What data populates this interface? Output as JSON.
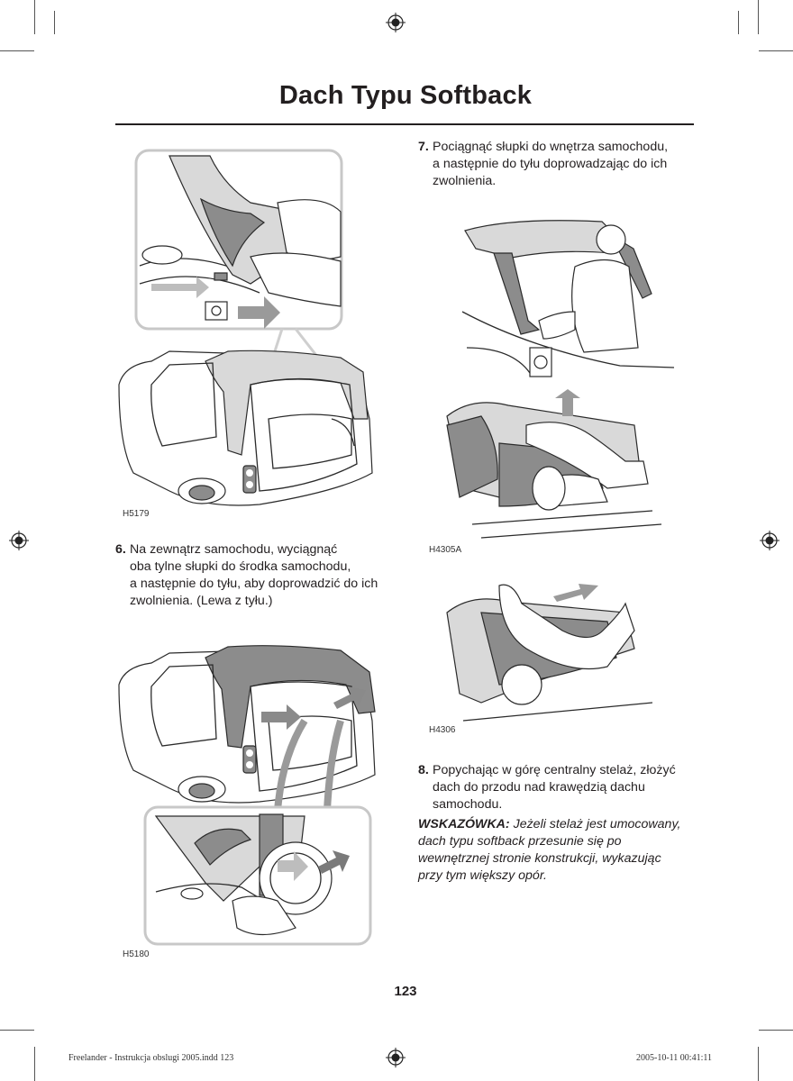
{
  "header": {
    "title": "Dach Typu Softback"
  },
  "steps": {
    "s6": {
      "number": "6.",
      "text": "Na zewnątrz samochodu, wyciągnąć oba tylne słupki do środka samochodu, a następnie do tyłu, aby doprowadzić do ich zwolnienia. (Lewa z tyłu.)",
      "lines": [
        "Na zewnątrz samochodu, wyciągnąć",
        "oba tylne słupki do środka samochodu,",
        "a następnie do tyłu, aby doprowadzić do ich",
        "zwolnienia. (Lewa z tyłu.)"
      ]
    },
    "s7": {
      "number": "7.",
      "lines": [
        "Pociągnąć słupki do wnętrza samochodu,",
        "a następnie do tyłu doprowadzając do ich",
        "zwolnienia."
      ]
    },
    "s8": {
      "number": "8.",
      "lines": [
        "Popychając w górę centralny stelaż, złożyć",
        "dach do przodu nad krawędzią dachu",
        "samochodu."
      ]
    }
  },
  "note": {
    "label": "WSKAZÓWKA:",
    "lines": [
      " Jeżeli stelaż jest umocowany,",
      "dach typu softback przesunie się po",
      "wewnętrznej stronie konstrukcji, wykazując",
      "przy tym większy opór."
    ]
  },
  "figures": {
    "f1": "H5179",
    "f2": "H5180",
    "f3": "H4305A",
    "f4": "H4306"
  },
  "page_number": "123",
  "footer": {
    "left": "Freelander - Instrukcja obslugi 2005.indd   123",
    "right": "2005-10-11   00:41:11"
  }
}
